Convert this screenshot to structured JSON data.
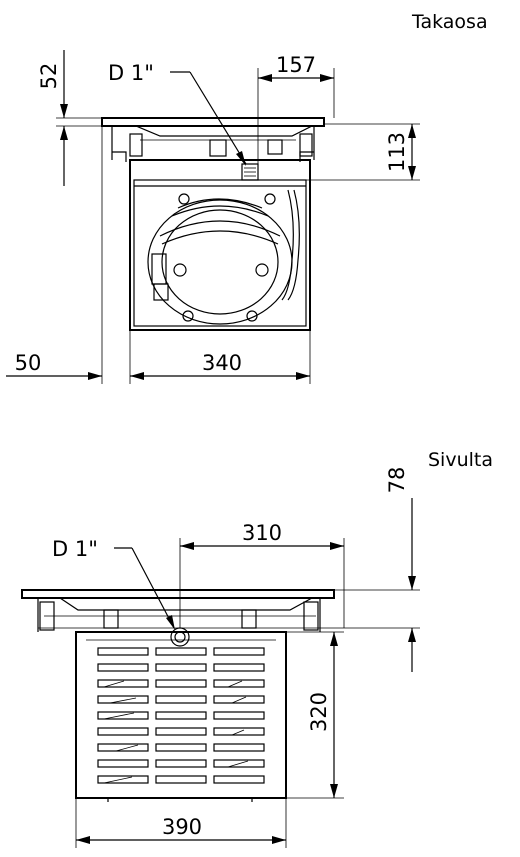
{
  "back_view": {
    "title": "Takaosa",
    "pipe_label": "D 1\"",
    "dims": {
      "top": "52",
      "width_right": "157",
      "height_right": "113",
      "offset_left": "50",
      "width": "340"
    }
  },
  "side_view": {
    "title": "Sivulta",
    "pipe_label": "D 1\"",
    "dims": {
      "top_right": "78",
      "width_right": "310",
      "height": "320",
      "width": "390"
    }
  }
}
